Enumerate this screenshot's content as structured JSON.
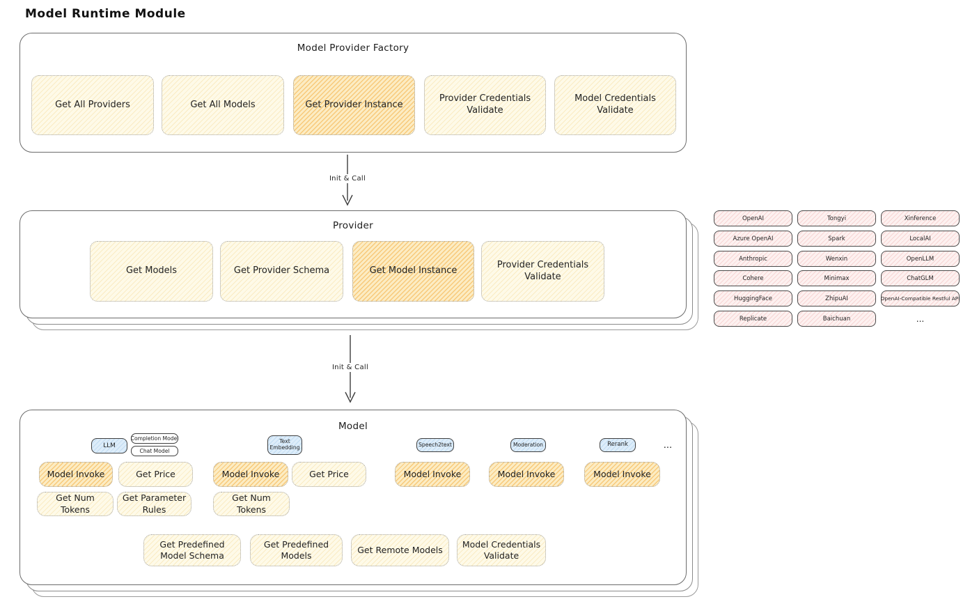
{
  "title": "Model Runtime Module",
  "factory": {
    "title": "Model Provider Factory",
    "boxes": [
      "Get All Providers",
      "Get All Models",
      "Get Provider Instance",
      "Provider Credentials Validate",
      "Model Credentials Validate"
    ]
  },
  "arrows": [
    {
      "label": "Init & Call"
    },
    {
      "label": "Init & Call"
    }
  ],
  "provider": {
    "title": "Provider",
    "boxes": [
      "Get Models",
      "Get Provider Schema",
      "Get Model Instance",
      "Provider Credentials Validate"
    ]
  },
  "vendors": {
    "items": [
      "OpenAI",
      "Tongyi",
      "Xinference",
      "Azure OpenAI",
      "Spark",
      "LocalAI",
      "Anthropic",
      "Wenxin",
      "OpenLLM",
      "Cohere",
      "Minimax",
      "ChatGLM",
      "HuggingFace",
      "ZhipuAI",
      "OpenAI-Compatible Restful API",
      "Replicate",
      "Baichuan"
    ],
    "more": "..."
  },
  "model": {
    "title": "Model",
    "tags": [
      "LLM",
      "Completion Model",
      "Chat Model",
      "Text Embedding",
      "Speech2text",
      "Moderation",
      "Rerank"
    ],
    "ellipsis": "...",
    "row1": [
      "Model Invoke",
      "Get Price",
      "Model Invoke",
      "Get Price",
      "Model Invoke",
      "Model Invoke",
      "Model Invoke"
    ],
    "row2": [
      "Get Num Tokens",
      "Get Parameter Rules",
      "Get Num Tokens"
    ],
    "row3": [
      "Get Predefined Model Schema",
      "Get Predefined Models",
      "Get Remote Models",
      "Model Credentials Validate"
    ]
  },
  "colors": {
    "op_yellow_bg": "#fefae8",
    "op_orange_bg": "#fcecc3",
    "vendor_pink_bg": "#fdf1f0",
    "tag_blue_bg": "#ddedfa",
    "panel_border": "#6b6b6b",
    "text": "#1d1d1d"
  }
}
